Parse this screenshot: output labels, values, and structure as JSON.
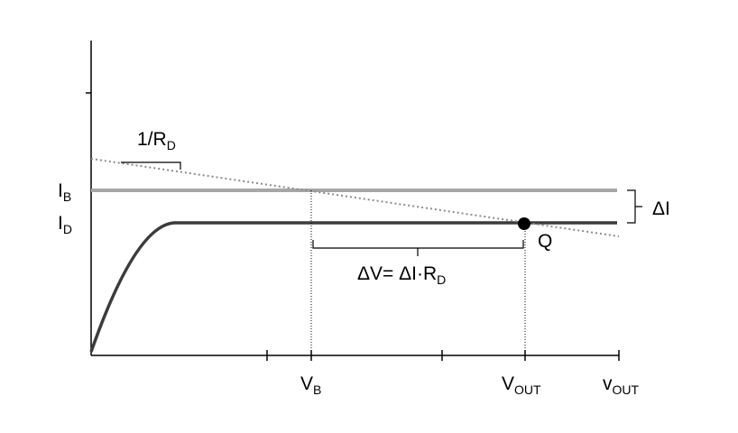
{
  "labels": {
    "slope": {
      "main": "1/R",
      "sub": "D"
    },
    "i_b": {
      "main": "I",
      "sub": "B"
    },
    "i_d": {
      "main": "I",
      "sub": "D"
    },
    "delta_i": "ΔI",
    "q_point": "Q",
    "delta_v": {
      "prefix": "ΔV= ΔI·R",
      "sub": "D"
    },
    "v_b": {
      "main": "V",
      "sub": "B"
    },
    "v_out": {
      "main": "V",
      "sub": "OUT"
    },
    "v_out_axis": {
      "main": "v",
      "sub": "OUT"
    }
  },
  "colors": {
    "axis": "#000000",
    "ib_line": "#a6a6a6",
    "id_curve": "#3c3c3c",
    "load_line": "#8c8c8c",
    "q_point": "#000000"
  }
}
